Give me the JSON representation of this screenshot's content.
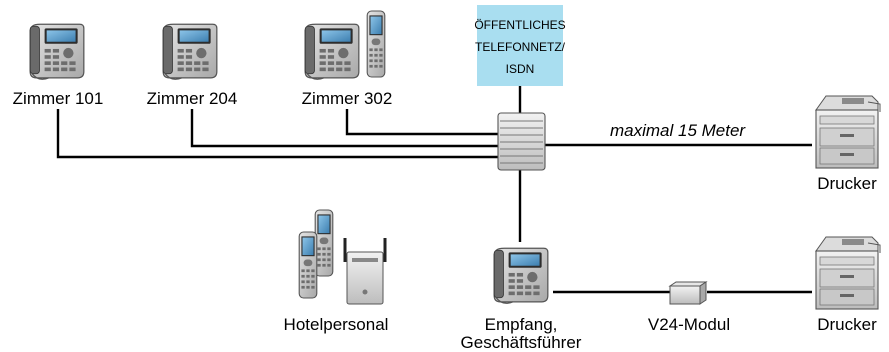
{
  "diagram": {
    "pstn_box": {
      "lines": [
        "ÖFFENTLICHES",
        "TELEFONNETZ/",
        "ISDN"
      ],
      "fill": "#a9def0"
    },
    "cable_note": "maximal 15 Meter",
    "devices": {
      "room_101": {
        "label": "Zimmer 101",
        "icon": "desk-phone-icon"
      },
      "room_204": {
        "label": "Zimmer 204",
        "icon": "desk-phone-icon"
      },
      "room_302": {
        "label": "Zimmer 302",
        "icon": "desk-phone-and-handset-icon"
      },
      "printer_top": {
        "label": "Drucker",
        "icon": "printer-icon"
      },
      "printer_bottom": {
        "label": "Drucker",
        "icon": "printer-icon"
      },
      "hotel_staff": {
        "label": "Hotelpersonal",
        "icon": "dect-handsets-and-base-station-icon"
      },
      "reception": {
        "label_lines": [
          "Empfang,",
          "Geschäftsführer"
        ],
        "icon": "desk-phone-icon"
      },
      "v24_module": {
        "label": "V24-Modul",
        "icon": "module-box-icon"
      }
    },
    "pbx": {
      "icon": "pbx-switch-icon"
    },
    "colors": {
      "line": "#000000",
      "device_body": "#c9c9c9",
      "device_dark": "#555555",
      "display": "#5aa0cc"
    }
  }
}
